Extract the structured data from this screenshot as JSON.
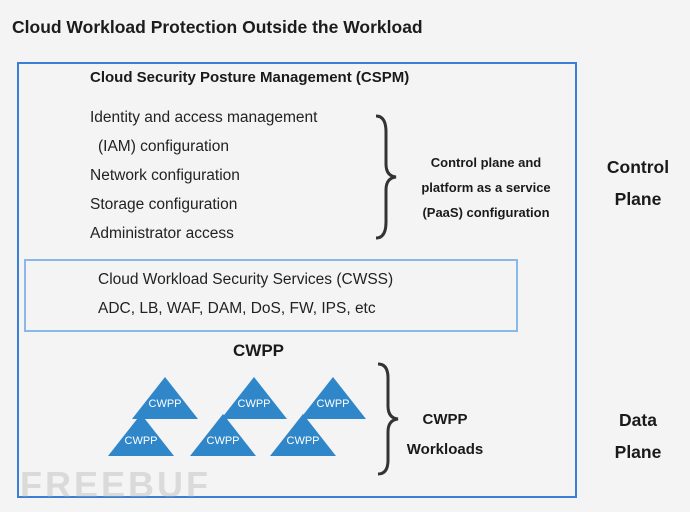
{
  "title": "Cloud Workload Protection Outside the Workload",
  "cspm": {
    "title": "Cloud Security Posture Management  (CSPM)",
    "items": [
      "Identity and access management",
      "(IAM)  configuration",
      "Network configuration",
      "Storage configuration",
      "Administrator access"
    ],
    "brace_label": [
      "Control plane and",
      "platform as a service",
      "(PaaS) configuration"
    ]
  },
  "control_plane_label": [
    "Control",
    "Plane"
  ],
  "cwss": {
    "line1": "Cloud Workload Security Services  (CWSS)",
    "line2": "ADC, LB, WAF, DAM, DoS, FW, IPS, etc"
  },
  "cwpp": {
    "title": "CWPP",
    "workloads": [
      "CWPP",
      "CWPP",
      "CWPP",
      "CWPP",
      "CWPP",
      "CWPP"
    ],
    "brace_label": [
      "CWPP",
      "Workloads"
    ]
  },
  "data_plane_label": [
    "Data",
    "Plane"
  ],
  "watermark": "FREEBUF",
  "colors": {
    "outer_border": "#3a7fd5",
    "cwss_border": "#8ab8e8",
    "triangle_fill": "#2f86c9"
  }
}
